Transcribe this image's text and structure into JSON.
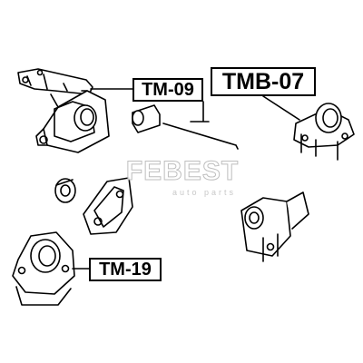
{
  "labels": {
    "tm09": "TM-09",
    "tmb07": "TMB-07",
    "tm19": "TM-19"
  },
  "watermark": {
    "brand": "FEBEST",
    "tagline": "auto parts"
  },
  "colors": {
    "line": "#000000",
    "watermark": "#b8b8b8"
  }
}
